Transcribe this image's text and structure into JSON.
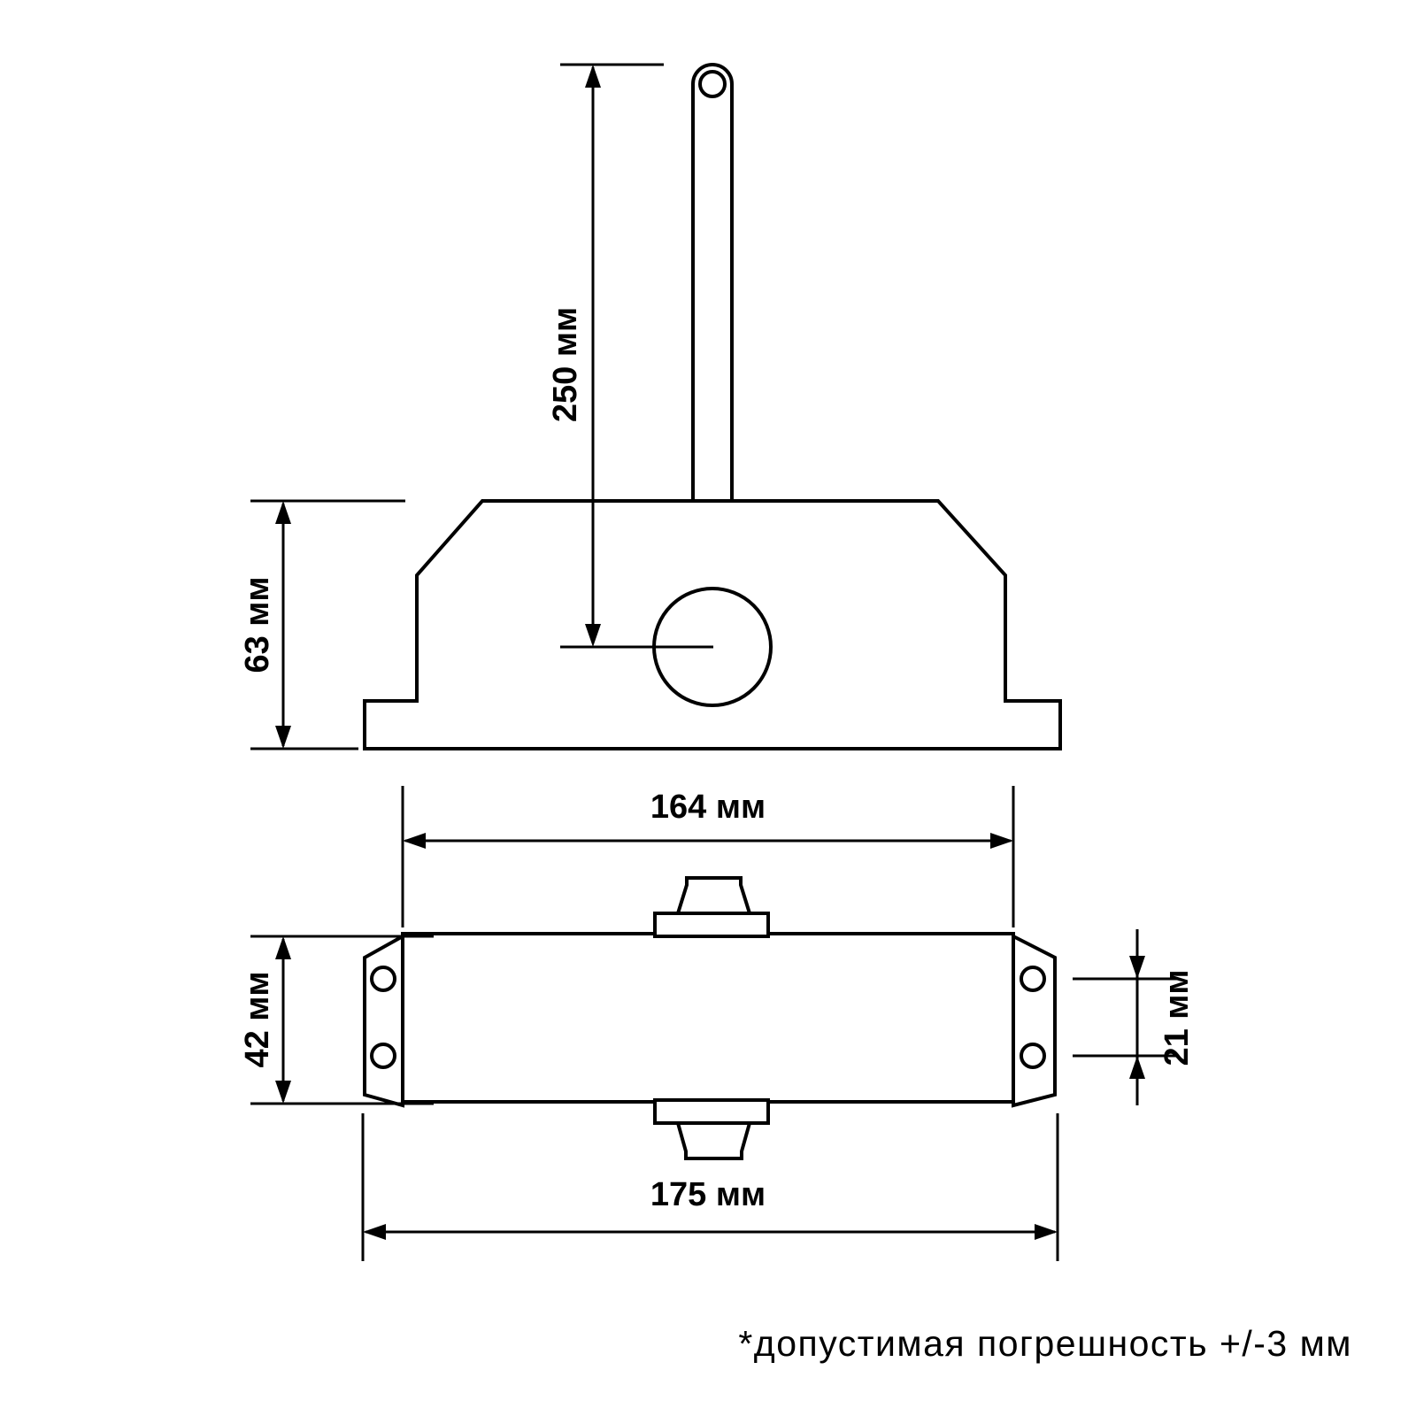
{
  "diagram": {
    "view_front": {
      "arm_height_label": "250 мм",
      "body_height_label": "63 мм"
    },
    "view_plan": {
      "hole_span_label": "164 мм",
      "body_width_label": "42 мм",
      "hole_gap_label": "21 мм",
      "overall_length_label": "175 мм"
    },
    "footnote": "*допустимая погрешность +/-3 мм",
    "colors": {
      "line": "#000000",
      "background": "#ffffff"
    }
  }
}
